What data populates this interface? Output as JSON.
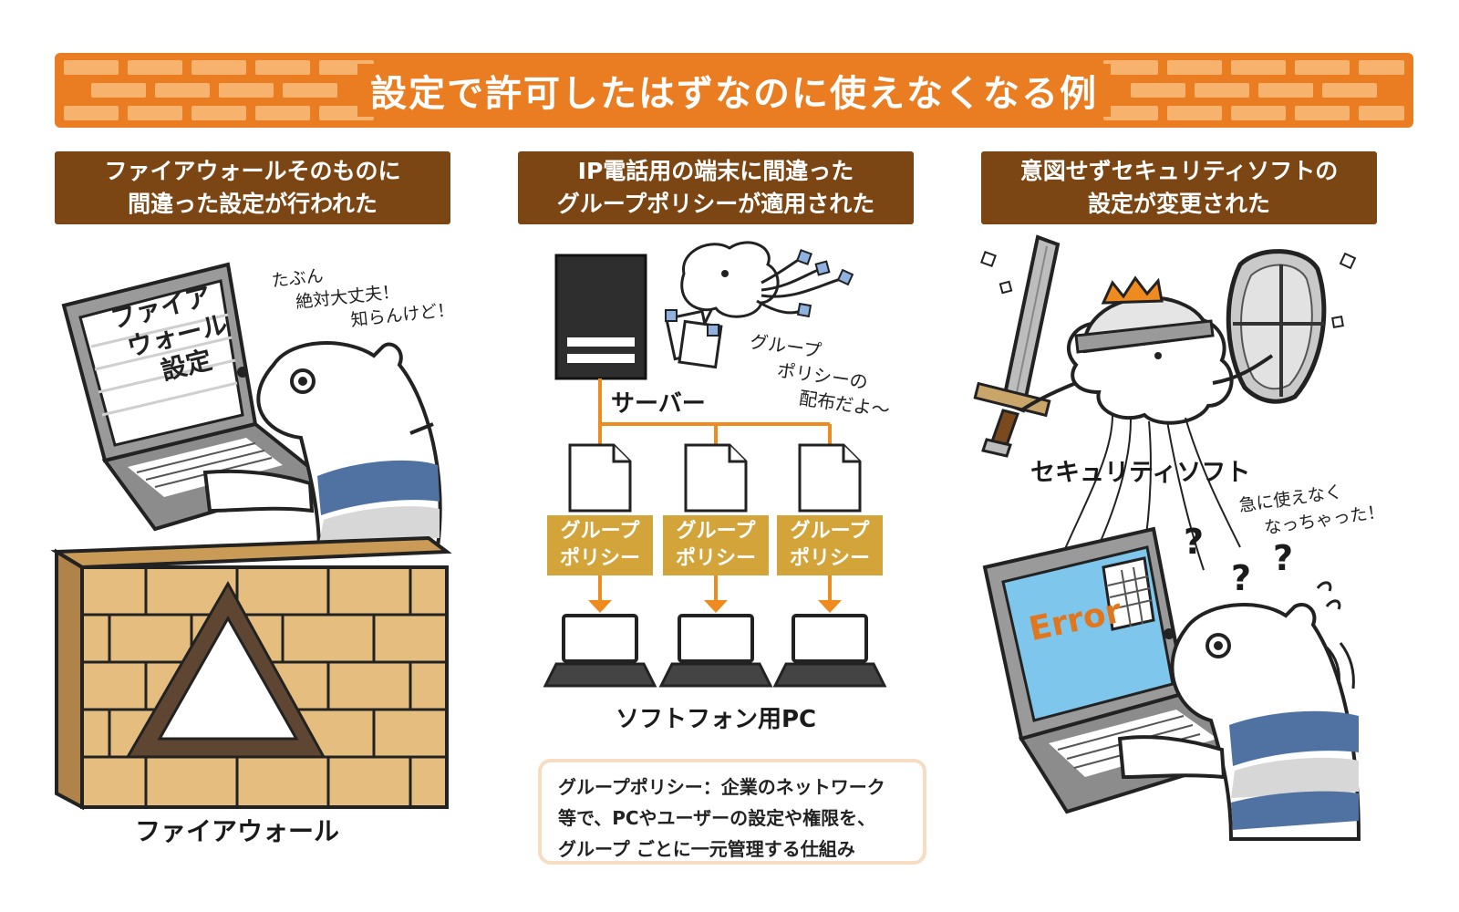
{
  "title": "設定で許可したはずなのに使えなくなる例",
  "colors": {
    "banner": "#ea7d21",
    "brick_light": "#f7b36e",
    "section_header": "#7b4613",
    "arrow": "#ef8a1f",
    "group_policy_box": "#d2a43a",
    "wall": "#e5bd7e",
    "error_text": "#e2761d",
    "stripe_blue": "#4f72a3"
  },
  "sections": [
    {
      "header_line1": "ファイアウォールそのものに",
      "header_line2": "間違った設定が行われた"
    },
    {
      "header_line1": "IP電話用の端末に間違った",
      "header_line2": "グループポリシーが適用された"
    },
    {
      "header_line1": "意図せずセキュリティソフトの",
      "header_line2": "設定が変更された"
    }
  ],
  "firewall": {
    "screen_line1": "ファイア",
    "screen_line2": "ウォール",
    "screen_line3": "設定",
    "speech_line1": "たぶん",
    "speech_line2": "絶対大丈夫！",
    "speech_line3": "知らんけど！",
    "label": "ファイアウォール",
    "wall_symbol": "triangle-symbol"
  },
  "policy": {
    "server_label": "サーバー",
    "speech_line1": "グループ",
    "speech_line2": "ポリシーの",
    "speech_line3": "配布だよ～",
    "boxes": [
      {
        "line1": "グループ",
        "line2": "ポリシー"
      },
      {
        "line1": "グループ",
        "line2": "ポリシー"
      },
      {
        "line1": "グループ",
        "line2": "ポリシー"
      }
    ],
    "pc_label": "ソフトフォン用PC",
    "note_line1": "グループポリシー：企業のネットワーク",
    "note_line2": "等で、PCやユーザーの設定や権限を、",
    "note_line3": "グループ ごとに一元管理する仕組み"
  },
  "security": {
    "label": "セキュリティソフト",
    "screen_text": "Error",
    "speech_line1": "急に使えなく",
    "speech_line2": "なっちゃった！",
    "marks": [
      "?",
      "?",
      "?"
    ]
  }
}
